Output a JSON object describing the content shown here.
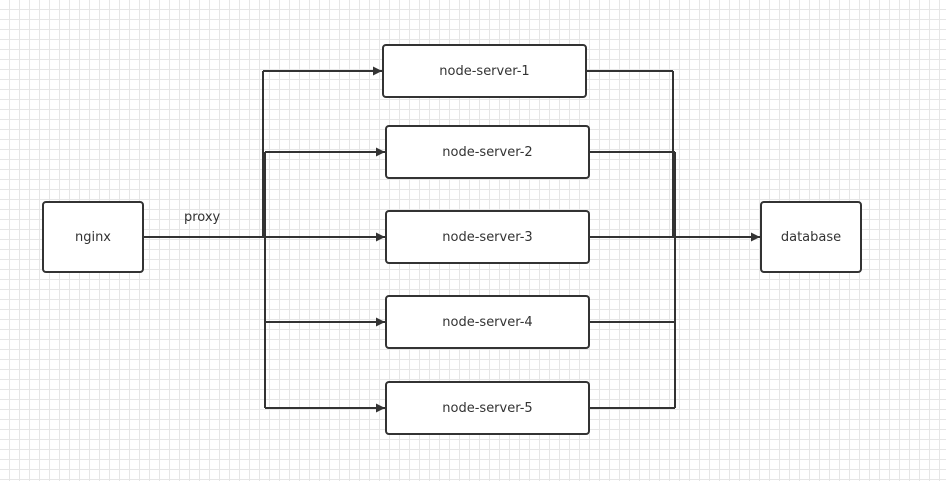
{
  "nodes": {
    "nginx": "nginx",
    "database": "database",
    "servers": [
      "node-server-1",
      "node-server-2",
      "node-server-3",
      "node-server-4",
      "node-server-5"
    ]
  },
  "edges": {
    "proxy_label": "proxy"
  },
  "colors": {
    "stroke": "#333333",
    "grid": "#e6e6e6",
    "background": "#ffffff"
  }
}
